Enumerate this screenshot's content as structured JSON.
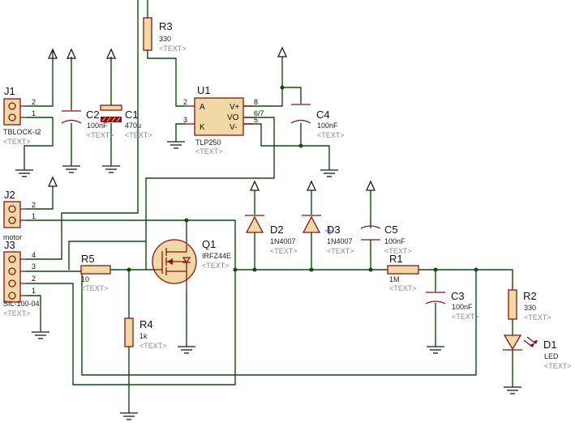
{
  "components": {
    "j1": {
      "ref": "J1",
      "value": "TBLOCK-I2",
      "placeholder": "<TEXT>",
      "pins": [
        "2",
        "1"
      ]
    },
    "j2": {
      "ref": "J2",
      "value": "motor",
      "pins": [
        "2",
        "1"
      ]
    },
    "j3": {
      "ref": "J3",
      "value": "SIL-100-04",
      "placeholder": "<TEXT>",
      "pins": [
        "4",
        "3",
        "2",
        "1"
      ]
    },
    "c1": {
      "ref": "C1",
      "value": "470u",
      "placeholder": "<TEXT>"
    },
    "c2": {
      "ref": "C2",
      "value": "100nF",
      "placeholder": "<TEXT>"
    },
    "c3": {
      "ref": "C3",
      "value": "100nF",
      "placeholder": "<TEXT>"
    },
    "c4": {
      "ref": "C4",
      "value": "100nF",
      "placeholder": "<TEXT>"
    },
    "c5": {
      "ref": "C5",
      "value": "100nF",
      "placeholder": "<TEXT>"
    },
    "r1": {
      "ref": "R1",
      "value": "1M",
      "placeholder": "<TEXT>"
    },
    "r2": {
      "ref": "R2",
      "value": "330",
      "placeholder": "<TEXT>"
    },
    "r3": {
      "ref": "R3",
      "value": "330",
      "placeholder": "<TEXT>"
    },
    "r4": {
      "ref": "R4",
      "value": "1k",
      "placeholder": "<TEXT>"
    },
    "r5": {
      "ref": "R5",
      "value": "10",
      "placeholder": "<TEXT>"
    },
    "u1": {
      "ref": "U1",
      "value": "TLP250",
      "placeholder": "<TEXT>",
      "pins": {
        "a": "A",
        "k": "K",
        "vplus": "V+",
        "vo": "VO",
        "vminus": "V-",
        "n2": "2",
        "n3": "3",
        "n8": "8",
        "n67": "6/7",
        "n5": "5"
      }
    },
    "q1": {
      "ref": "Q1",
      "value": "IRFZ44E",
      "placeholder": "<TEXT>"
    },
    "d1": {
      "ref": "D1",
      "value": "LED",
      "placeholder": "<TEXT>"
    },
    "d2": {
      "ref": "D2",
      "value": "1N4007",
      "placeholder": "<TEXT>"
    },
    "d3": {
      "ref": "D3",
      "value": "1N4007",
      "placeholder": "<TEXT>"
    }
  },
  "colors": {
    "wire": "#0a4f0a",
    "component": "#8b1212",
    "body_fill": "#f1d9a6",
    "text_placeholder": "#8a8a8a"
  }
}
